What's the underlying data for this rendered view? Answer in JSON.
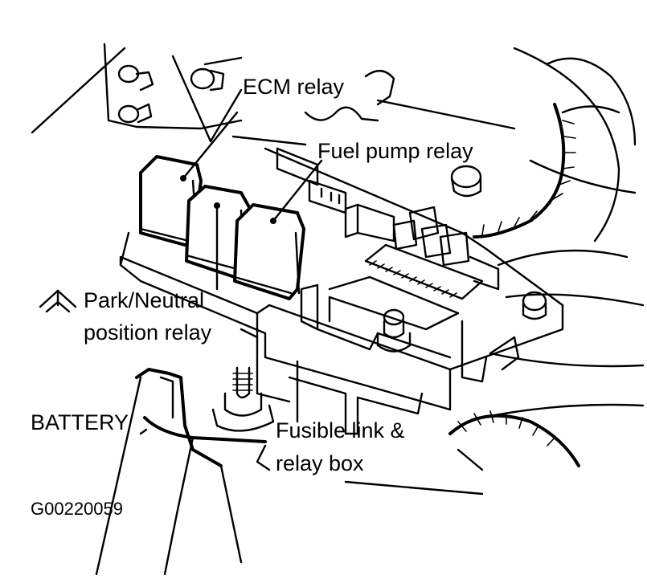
{
  "labels": {
    "ecm_relay": "ECM relay",
    "fuel_pump_relay": "Fuel pump relay",
    "park_neutral_line1": "Park/Neutral",
    "park_neutral_line2": "position relay",
    "battery": "BATTERY",
    "fusible_line1": "Fusible link &",
    "fusible_line2": "relay box"
  },
  "figure_id": "G00220059"
}
